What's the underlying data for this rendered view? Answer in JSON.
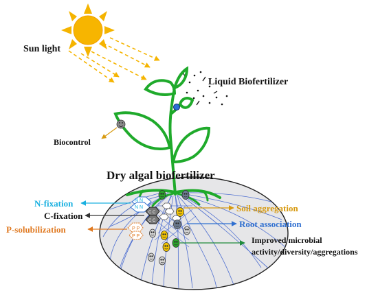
{
  "labels": {
    "sun_light": "Sun light",
    "liquid_biofertilizer": "Liquid Biofertilizer",
    "biocontrol": "Biocontrol",
    "dry_algal_biofertilizer": "Dry algal biofertilizer",
    "n_fixation": "N-fixation",
    "c_fixation": "C-fixation",
    "p_solubilization": "P-solubilization",
    "soil_aggregation": "Soil aggregation",
    "root_association": "Root association",
    "improved_line1": "Improved microbial",
    "improved_line2": "activity/diversity/aggregations"
  },
  "hex_labels": {
    "n_top": "N N",
    "n_bottom": "N N",
    "c_top": "C C",
    "c_bottom": "C C",
    "p_top": "P P",
    "p_bottom": "P P"
  },
  "colors": {
    "sun": "#f5b400",
    "sun_rays": "#f5b400",
    "plant": "#1faa2b",
    "soil_fill": "#e6e6e8",
    "roots": "#3a5fcd",
    "n_fixation": "#19b0e0",
    "c_fixation": "#333333",
    "p_solubilization": "#e07a22",
    "soil_aggregation": "#d79a10",
    "root_association": "#2f6fd0",
    "improved": "#1f8a3a"
  }
}
